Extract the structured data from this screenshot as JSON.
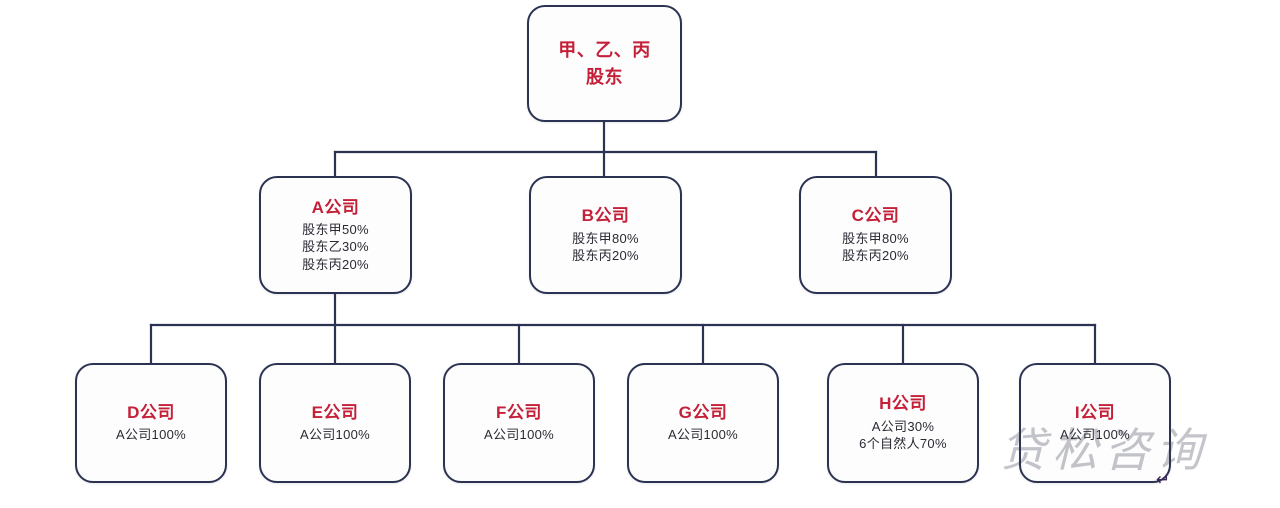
{
  "diagram": {
    "type": "organization-chart",
    "title": "",
    "colors": {
      "node_border": "#2c3352",
      "node_fill": "#fdfdfe",
      "node_title": "#c42038",
      "node_text": "#2a2a33",
      "connector": "#2c3352",
      "background": "#ffffff"
    }
  },
  "root": {
    "id": "root",
    "title_line_1": "甲、乙、丙",
    "title_line_2": "股东"
  },
  "tier2": [
    {
      "id": "a",
      "title": "A公司",
      "lines": [
        "股东甲50%",
        "股东乙30%",
        "股东丙20%"
      ]
    },
    {
      "id": "b",
      "title": "B公司",
      "lines": [
        "股东甲80%",
        "股东丙20%"
      ]
    },
    {
      "id": "c",
      "title": "C公司",
      "lines": [
        "股东甲80%",
        "股东丙20%"
      ]
    }
  ],
  "tier3": [
    {
      "id": "d",
      "title": "D公司",
      "lines": [
        "A公司100%"
      ]
    },
    {
      "id": "e",
      "title": "E公司",
      "lines": [
        "A公司100%"
      ]
    },
    {
      "id": "f",
      "title": "F公司",
      "lines": [
        "A公司100%"
      ]
    },
    {
      "id": "g",
      "title": "G公司",
      "lines": [
        "A公司100%"
      ]
    },
    {
      "id": "h",
      "title": "H公司",
      "lines": [
        "A公司30%",
        "6个自然人70%"
      ]
    },
    {
      "id": "i",
      "title": "I公司",
      "lines": [
        "A公司100%"
      ]
    }
  ],
  "watermark": {
    "text": "贷松咨询"
  },
  "marks": {
    "pilcrow": "↵"
  }
}
